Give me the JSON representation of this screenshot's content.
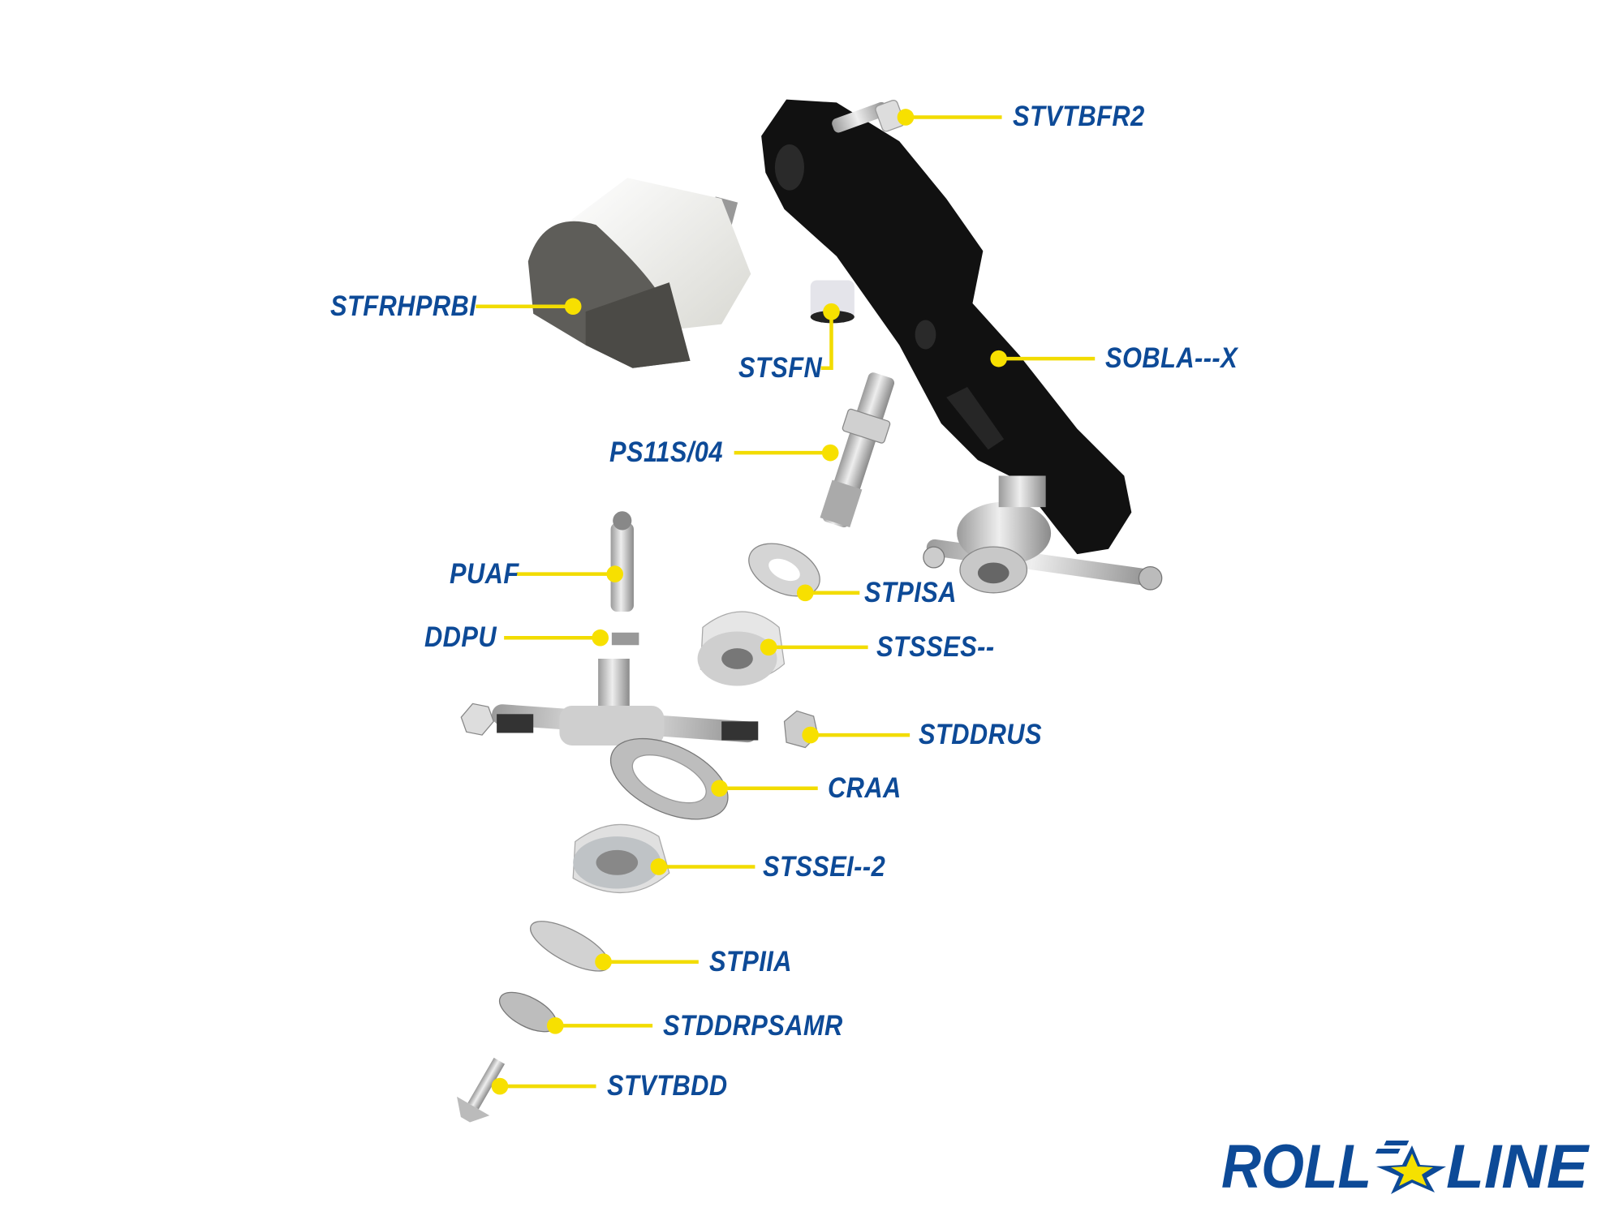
{
  "brand": {
    "logo_text": "ROLL LINE",
    "primary_color": "#0d4a97",
    "accent_color": "#f5e100"
  },
  "parts": [
    {
      "code": "STVTBFR2"
    },
    {
      "code": "STFRHPRBI"
    },
    {
      "code": "STSFN"
    },
    {
      "code": "SOBLA---X"
    },
    {
      "code": "PS11S/04"
    },
    {
      "code": "PUAF"
    },
    {
      "code": "STPISA"
    },
    {
      "code": "DDPU"
    },
    {
      "code": "STSSES--"
    },
    {
      "code": "STDDRUS"
    },
    {
      "code": "CRAA"
    },
    {
      "code": "STSSEI--2"
    },
    {
      "code": "STPIIA"
    },
    {
      "code": "STDDRPSAMR"
    },
    {
      "code": "STVTBDD"
    }
  ]
}
